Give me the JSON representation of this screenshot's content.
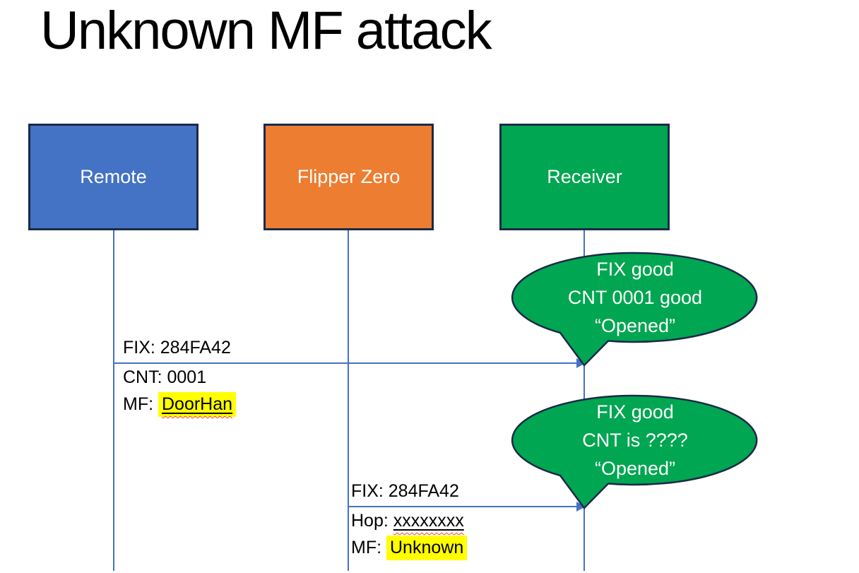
{
  "title": "Unknown MF attack",
  "actors": [
    {
      "id": "remote",
      "label": "Remote",
      "fill": "#4472C4"
    },
    {
      "id": "flipper",
      "label": "Flipper Zero",
      "fill": "#ED7D31"
    },
    {
      "id": "receiver",
      "label": "Receiver",
      "fill": "#00A651"
    }
  ],
  "messages": [
    {
      "from": "Remote",
      "to": "Receiver",
      "label_above": "FIX: 284FA42",
      "label_below_1": "CNT: 0001",
      "label_below_2_prefix": "MF: ",
      "label_below_2_value": "DoorHan"
    },
    {
      "from": "Flipper Zero",
      "to": "Receiver",
      "label_above": "FIX: 284FA42",
      "label_below_1_prefix": "Hop: ",
      "label_below_1_value": "xxxxxxxx",
      "label_below_2_prefix": "MF: ",
      "label_below_2_value": "Unknown"
    }
  ],
  "callouts": [
    {
      "lines": [
        "FIX good",
        "CNT 0001 good",
        "“Opened”"
      ]
    },
    {
      "lines": [
        "FIX good",
        "CNT is ????",
        "“Opened”"
      ]
    }
  ],
  "colors": {
    "actor_remote_fill": "#4472C4",
    "actor_flipper_fill": "#ED7D31",
    "actor_receiver_fill": "#00A651",
    "shape_border": "#1B2A48",
    "connector_blue": "#4472C4",
    "callout_fill": "#00A651",
    "highlight_yellow": "#FFFF00",
    "spellcheck_red": "#FF3B30",
    "text_black": "#000000",
    "text_white": "#FFFFFF"
  }
}
